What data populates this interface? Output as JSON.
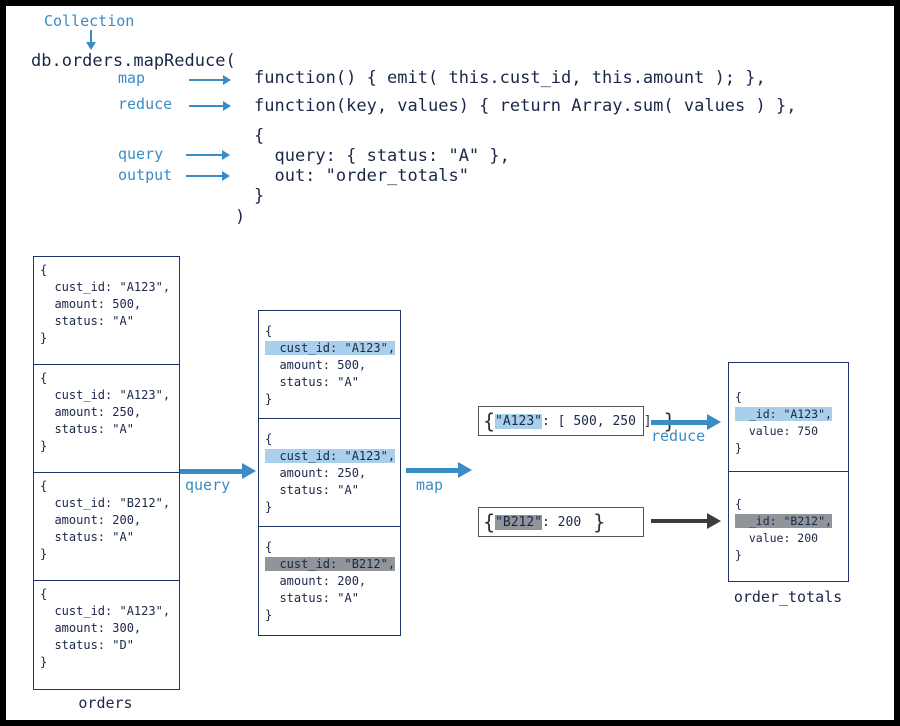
{
  "code": {
    "collection_label": "Collection",
    "call": "db.orders.mapReduce(",
    "rows": [
      {
        "label": "map",
        "code": "function() { emit( this.cust_id, this.amount ); },"
      },
      {
        "label": "reduce",
        "code": "function(key, values) { return Array.sum( values ) },"
      },
      {
        "label": "",
        "code": "{"
      },
      {
        "label": "query",
        "code": "  query: { status: \"A\" },"
      },
      {
        "label": "output",
        "code": "  out: \"order_totals\""
      },
      {
        "label": "",
        "code": "}"
      }
    ],
    "close": ")"
  },
  "orders": {
    "caption": "orders",
    "docs": [
      [
        "{",
        "  cust_id: \"A123\",",
        "  amount: 500,",
        "  status: \"A\"",
        "}"
      ],
      [
        "{",
        "  cust_id: \"A123\",",
        "  amount: 250,",
        "  status: \"A\"",
        "}"
      ],
      [
        "{",
        "  cust_id: \"B212\",",
        "  amount: 200,",
        "  status: \"A\"",
        "}"
      ],
      [
        "{",
        "  cust_id: \"A123\",",
        "  amount: 300,",
        "  status: \"D\"",
        "}"
      ]
    ]
  },
  "filtered": {
    "docs": [
      [
        "{",
        "  cust_id: \"A123\",",
        "  amount: 500,",
        "  status: \"A\"",
        "}"
      ],
      [
        "{",
        "  cust_id: \"A123\",",
        "  amount: 250,",
        "  status: \"A\"",
        "}"
      ],
      [
        "{",
        "  cust_id: \"B212\",",
        "  amount: 200,",
        "  status: \"A\"",
        "}"
      ]
    ]
  },
  "stage_labels": {
    "query": "query",
    "map": "map",
    "reduce": "reduce"
  },
  "mapped": [
    {
      "key": "\"A123\"",
      "rest": ": [ 500, 250 ]"
    },
    {
      "key": "\"B212\"",
      "rest": ": 200"
    }
  ],
  "results": {
    "caption": "order_totals",
    "docs": [
      [
        "{",
        "  _id: \"A123\",",
        "  value: 750",
        "}"
      ],
      [
        "{",
        "  _id: \"B212\",",
        "  value: 200",
        "}"
      ]
    ]
  },
  "colors": {
    "accent": "#3a8cc6",
    "highlight_blue": "#a9cfeb",
    "highlight_gray": "#8f9598",
    "ink": "#1a2748",
    "border": "#23336b"
  }
}
